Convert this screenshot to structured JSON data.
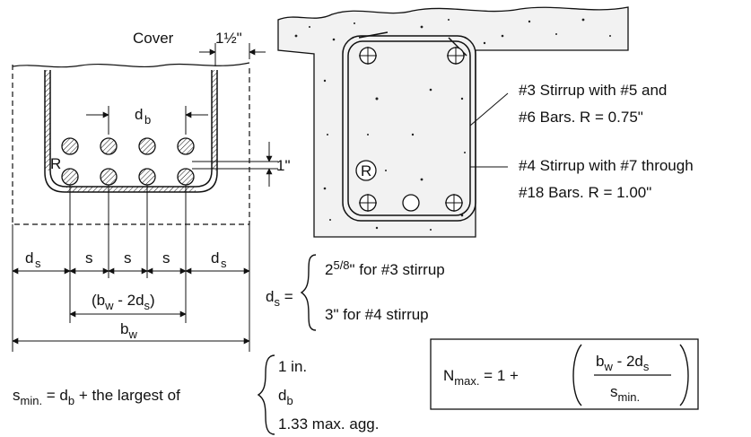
{
  "diagram": {
    "left_section": {
      "cover_label": "Cover",
      "cover_value": "1½\"",
      "db_label": "d",
      "db_sub": "b",
      "r_label": "R",
      "one_inch": "1\"",
      "dim_ds_left": "d",
      "dim_ds_left_sub": "s",
      "dim_s1": "s",
      "dim_s2": "s",
      "dim_s3": "s",
      "dim_ds_right": "d",
      "dim_ds_right_sub": "s",
      "dim_bw_minus": "(b",
      "dim_bw_minus_sub1": "w",
      "dim_bw_minus_mid": " - 2d",
      "dim_bw_minus_sub2": "s",
      "dim_bw_minus_end": ")",
      "dim_bw": "b",
      "dim_bw_sub": "w"
    },
    "right_section": {
      "r_circle_label": "R",
      "note1_line1": "#3 Stirrup with #5 and",
      "note1_line2": "#6 Bars.  R = 0.75\"",
      "note2_line1": "#4 Stirrup with #7 through",
      "note2_line2": "#18 Bars.  R = 1.00\""
    },
    "ds_definition": {
      "lhs": "d",
      "lhs_sub": "s",
      "lhs_eq": " =",
      "case1_a": "2",
      "case1_frac": "5/8",
      "case1_b": "\" for #3 stirrup",
      "case2": "3\" for #4 stirrup"
    },
    "smin_formula": {
      "lhs": "s",
      "lhs_sub": "min.",
      "middle": " = d",
      "middle_sub": "b",
      "tail": " + the largest of",
      "opt1": "1 in.",
      "opt2": "d",
      "opt2_sub": "b",
      "opt3": "1.33 max. agg."
    },
    "nmax_formula": {
      "lhs": "N",
      "lhs_sub": "max.",
      "eq": " = 1 + ",
      "num": "b",
      "num_sub1": "w",
      "num_mid": " - 2d",
      "num_sub2": "s",
      "den": "s",
      "den_sub": "min."
    }
  }
}
